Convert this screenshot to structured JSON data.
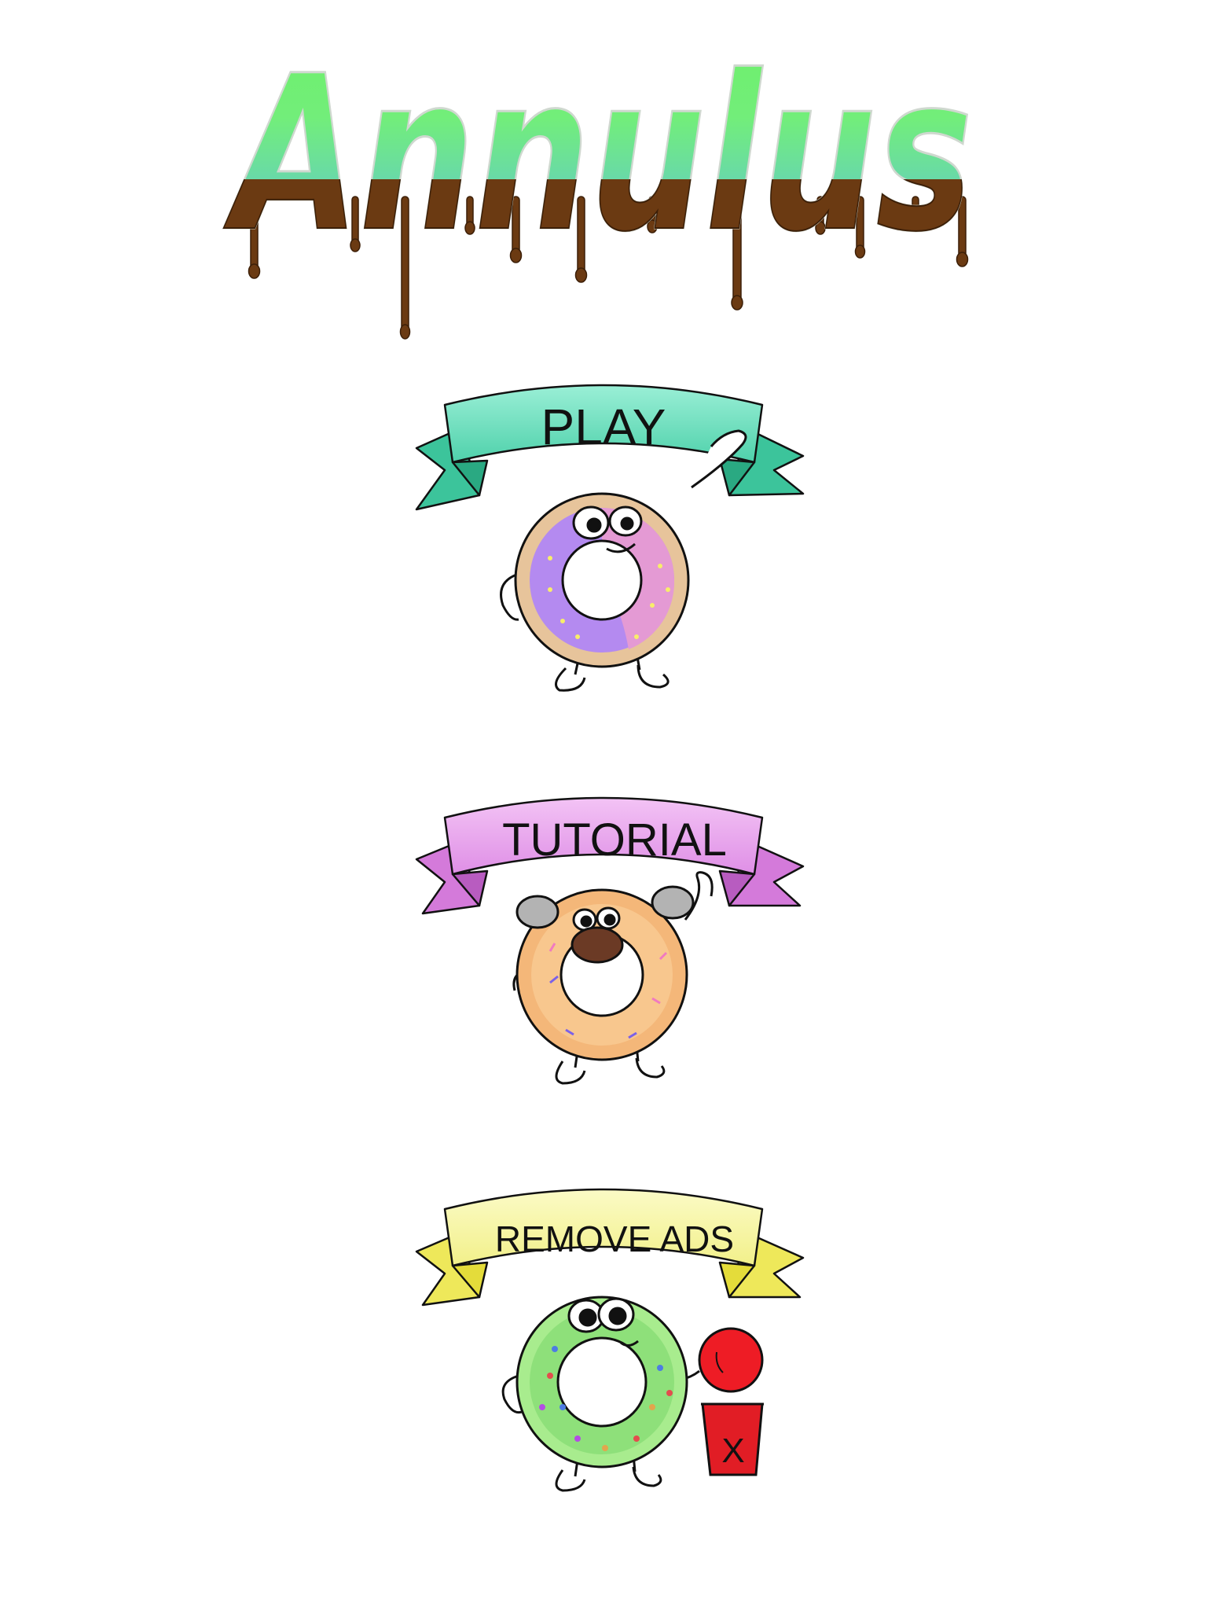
{
  "app": {
    "title": "Annulus"
  },
  "menu": {
    "play_label": "PLAY",
    "tutorial_label": "TUTORIAL",
    "remove_ads_label": "REMOVE ADS",
    "no_ads_mark": "X"
  },
  "colors": {
    "title_top": "#6ef06a",
    "title_bottom": "#5ab8f2",
    "chocolate": "#6b3a12",
    "ribbon_play": "#7fe3c4",
    "ribbon_tutorial": "#e8a6ee",
    "ribbon_remove_ads": "#f5f59a",
    "donut_play_glaze": "#b07ce8",
    "donut_tutorial_glaze": "#f7c27a",
    "donut_remove_ads_glaze": "#8ee07a",
    "ball": "#ee1c25",
    "cup": "#e11d25"
  }
}
